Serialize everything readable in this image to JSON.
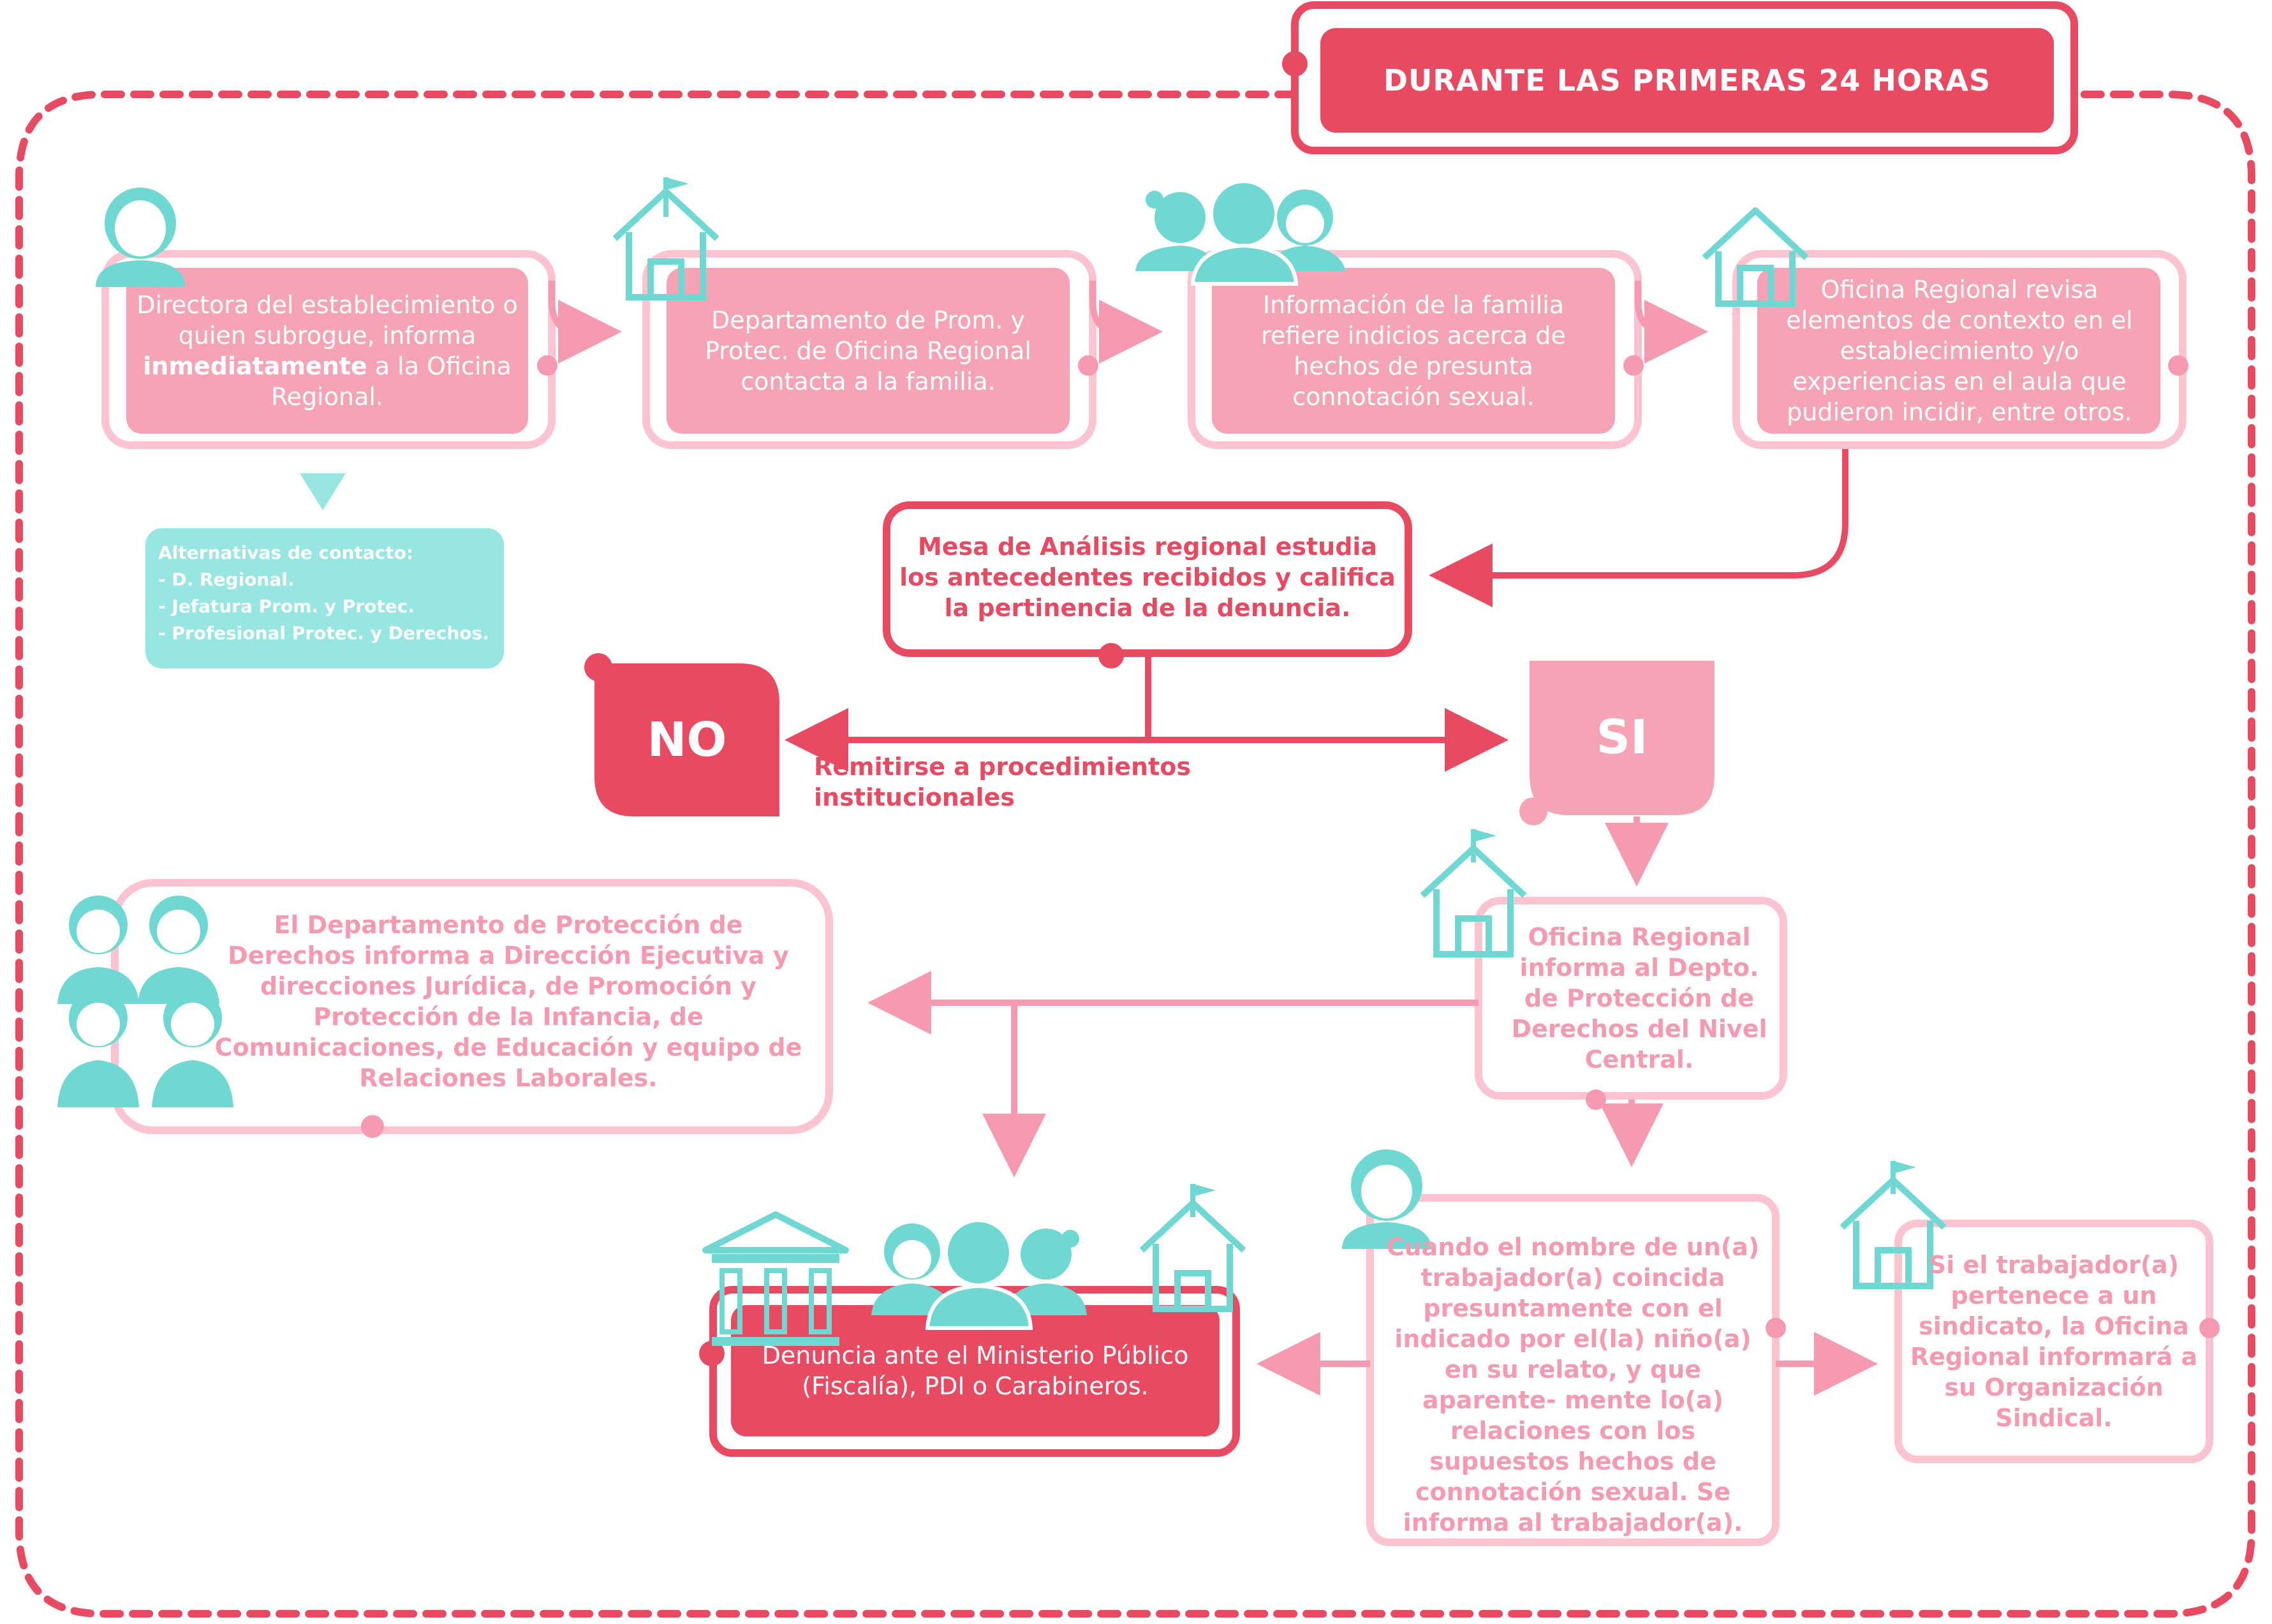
{
  "header": {
    "title": "DURANTE LAS PRIMERAS 24 HORAS"
  },
  "steps": {
    "s1": {
      "before": "Directora del establecimiento o quien subrogue, informa ",
      "bold": "inmediatamente",
      "after": " a la Oficina Regional."
    },
    "s2": "Departamento de Prom. y Protec. de Oficina Regional contacta a la familia.",
    "s3": "Información de la familia refiere indicios acerca de hechos de presunta connotación sexual.",
    "s4": "Oficina Regional revisa elementos de contexto en el establecimiento y/o experiencias en el aula que pudieron incidir, entre otros."
  },
  "alternatives": {
    "title": "Alternativas de contacto:",
    "items": [
      "- D. Regional.",
      "- Jefatura Prom. y Protec.",
      "- Profesional Protec. y Derechos."
    ]
  },
  "mesa": "Mesa de Análisis regional estudia los antecedentes recibidos y califica la pertinencia de la denuncia.",
  "decision": {
    "no": "NO",
    "si": "SI",
    "no_label": "Remitirse a procedimientos institucionales"
  },
  "depto_info": "El Departamento de Protección de Derechos informa a Dirección Ejecutiva y direcciones Jurídica, de Promoción y Protección de la Infancia, de Comunicaciones, de Educación y equipo de Relaciones Laborales.",
  "oficina_info": "Oficina Regional informa al Depto. de Protección de Derechos del Nivel Central.",
  "denuncia": "Denuncia ante el Ministerio Público (Fiscalía), PDI o Carabineros.",
  "trabajador": "Cuando el nombre de un(a) trabajador(a) coincida presuntamente con el indicado por el(la) niño(a) en su relato, y que aparente- mente lo(a) relaciones con los supuestos hechos de connotación sexual. Se informa al trabajador(a).",
  "sindicato": "Si el trabajador(a) pertenece a un sindicato, la Oficina Regional informará a su Organización Sindical.",
  "colors": {
    "red": "#e84a62",
    "pink": "#f59ab0",
    "pink_light": "#fbc4d0",
    "teal": "#6fd8d2",
    "teal_light": "#98e6e1"
  },
  "icons": [
    "person-icon",
    "house-icon",
    "family-icon",
    "group-icon",
    "building-icon"
  ]
}
